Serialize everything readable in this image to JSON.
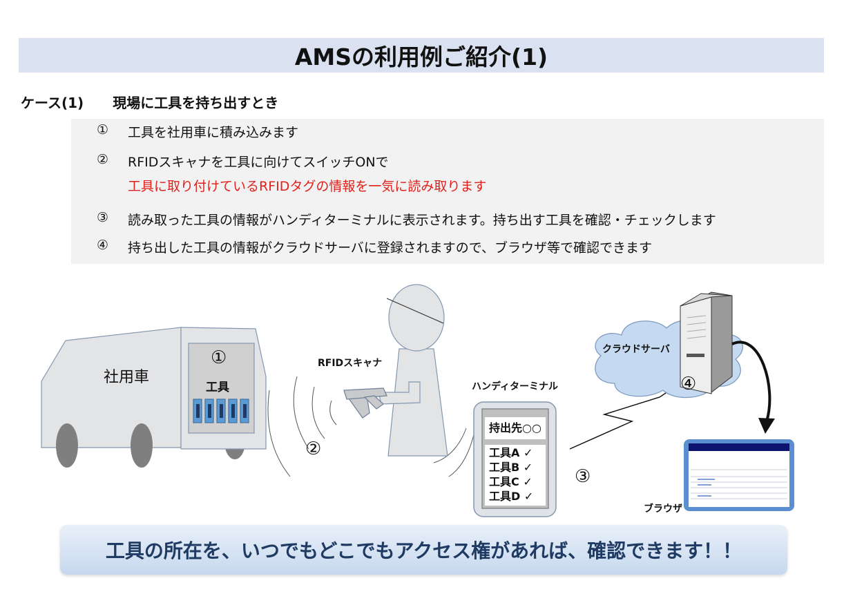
{
  "title": "AMSの利用例ご紹介(1)",
  "case": {
    "label": "ケース(1)",
    "title": "現場に工具を持ち出すとき"
  },
  "steps": [
    {
      "num": "①",
      "text": "工具を社用車に積み込みます"
    },
    {
      "num": "②",
      "text": "RFIDスキャナを工具に向けてスイッチONで",
      "highlight": "工具に取り付けているRFIDタグの情報を一気に読み取ります"
    },
    {
      "num": "③",
      "text": "読み取った工具の情報がハンディターミナルに表示されます。持ち出す工具を確認・チェックします"
    },
    {
      "num": "④",
      "text": "持ち出した工具の情報がクラウドサーバに登録されますので、ブラウザ等で確認できます"
    }
  ],
  "diagram": {
    "vehicle": "社用車",
    "tools": "工具",
    "scanner": "RFIDスキャナ",
    "terminal": "ハンディターミナル",
    "terminal_dest": "持出先○○",
    "terminal_items": [
      "工具A ✓",
      "工具B ✓",
      "工具C ✓",
      "工具D ✓"
    ],
    "cloud": "クラウドサーバ",
    "browser": "ブラウザ",
    "markers": [
      "①",
      "②",
      "③",
      "④"
    ]
  },
  "banner": "工具の所在を、いつでもどこでもアクセス権があれば、確認できます！！",
  "colors": {
    "title_band": "#dae1f1",
    "highlight": "#e0201b",
    "cloud": "#c5d9f1",
    "banner_text": "#1f3b63"
  }
}
